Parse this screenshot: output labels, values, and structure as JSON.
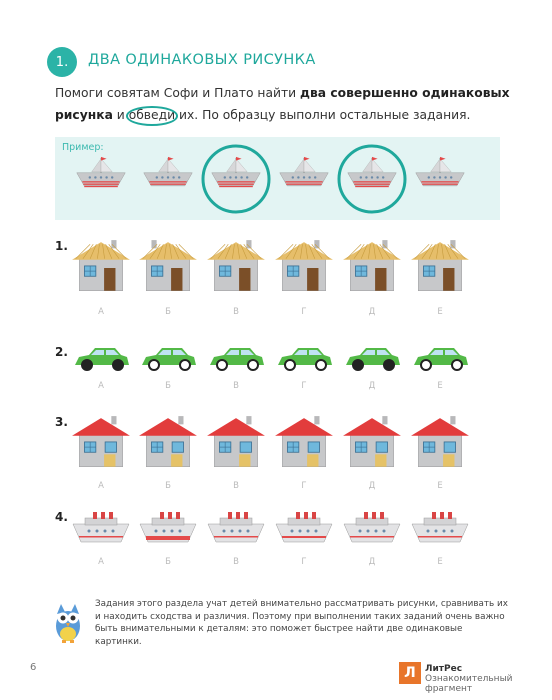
{
  "header": {
    "number": "1.",
    "title": "ДВА ОДИНАКОВЫХ РИСУНКА"
  },
  "instruction": {
    "part1": "Помоги совятам Софи и Плато найти ",
    "bold": "два совершенно одинаковых рисунка",
    "part2": " и ",
    "circled_word": "обведи",
    "part3": " их. По образцу выполни остальные задания."
  },
  "sample": {
    "label": "Пример:"
  },
  "letters": [
    "А",
    "Б",
    "В",
    "Г",
    "Д",
    "Е"
  ],
  "rows": [
    {
      "number": "1.",
      "kind": "house-yellow"
    },
    {
      "number": "2.",
      "kind": "car"
    },
    {
      "number": "3.",
      "kind": "house-red"
    },
    {
      "number": "4.",
      "kind": "ship"
    }
  ],
  "footer": {
    "text": "Задания этого раздела учат детей внимательно рассматривать рисунки, сравнивать их и находить сходства и различия. Поэтому при выполнении таких заданий очень важно быть внимательными к деталям: это поможет быстрее найти две одинаковые картинки."
  },
  "page_number": "6",
  "logo": {
    "letter": "Л",
    "text_bold": "ЛитРес",
    "text_rest": "Ознакомительный фрагмент"
  },
  "colors": {
    "accent": "#2bb3a7",
    "roof_yellow": "#e6be6a",
    "roof_red": "#e23c3c",
    "car_green": "#53b947",
    "ship_red": "#e44a4a",
    "wall_gray": "#c7c8ca"
  }
}
